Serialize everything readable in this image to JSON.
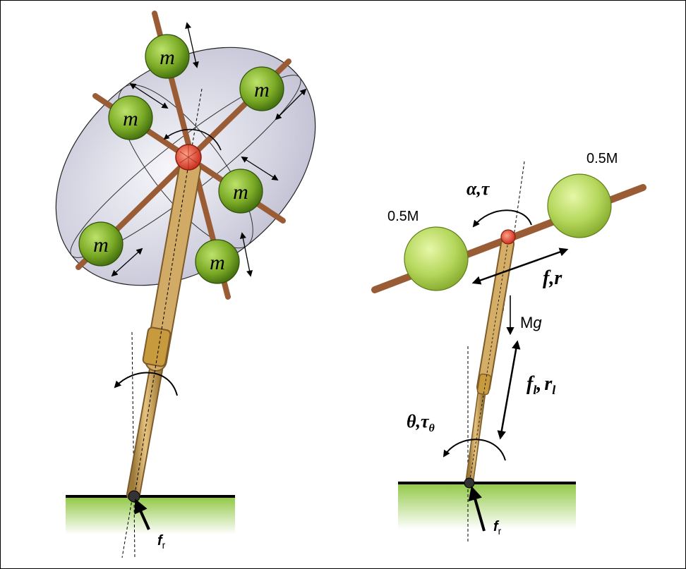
{
  "left": {
    "mass_label": "m",
    "ground_force": {
      "symbol": "f",
      "subscript": "r"
    }
  },
  "right": {
    "mass_left_label": "0.5M",
    "mass_right_label": "0.5M",
    "weight_label_main": "M",
    "weight_label_g": "g",
    "torque_top": {
      "a": "α",
      "sep": ",",
      "b": "τ"
    },
    "force_top": {
      "a": "f",
      "sep": ",",
      "b": "r"
    },
    "force_leg": {
      "a": "f",
      "a_sub": "l",
      "sep": ",",
      "b": "r",
      "b_sub": "l"
    },
    "torque_bottom": {
      "a": "θ",
      "sep": ",",
      "b": "τ",
      "b_sub": "θ"
    },
    "ground_force": {
      "symbol": "f",
      "subscript": "r"
    }
  },
  "colors": {
    "ground_green": "#8dc63f",
    "mass_green": "#6f9f1f",
    "rod_tan": "#c8a25a",
    "spoke_brown": "#9a5c35",
    "hub_red": "#e0402a",
    "ellipsoid": "#c8c8dc"
  }
}
